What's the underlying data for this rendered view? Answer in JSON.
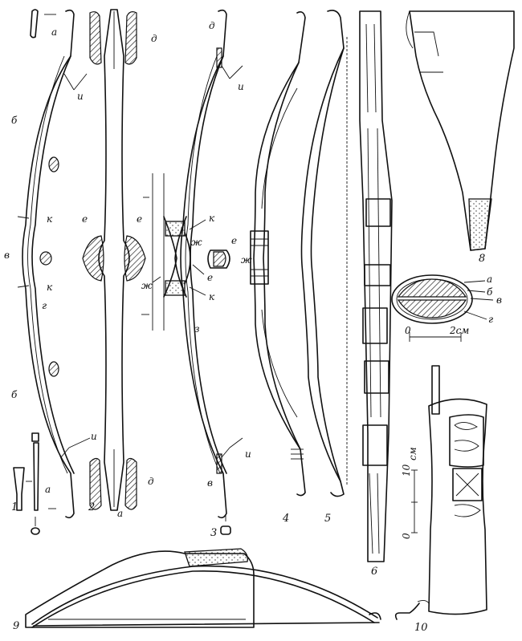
{
  "figures": {
    "f1": "1",
    "f2": "2",
    "f3": "3",
    "f4": "4",
    "f5": "5",
    "f6": "6",
    "f8": "8",
    "f9": "9",
    "f10": "10"
  },
  "labels": {
    "a": "а",
    "b": "б",
    "v": "в",
    "g": "г",
    "d": "д",
    "e": "е",
    "zh": "ж",
    "z": "з",
    "i": "и",
    "k": "к"
  },
  "scales": {
    "cross_section": {
      "zero": "0",
      "end": "2см"
    },
    "quiver": {
      "unit": "см",
      "ten": "10",
      "zero": "0"
    }
  }
}
